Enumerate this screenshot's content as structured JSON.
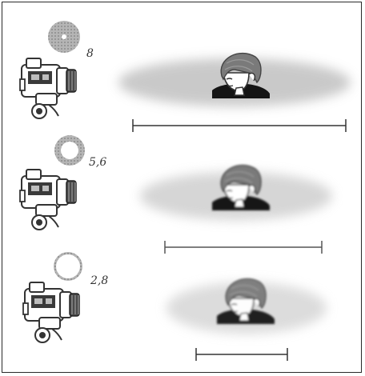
{
  "panels": [
    {
      "id": "panel-1",
      "f_number": "8"
    },
    {
      "id": "panel-2",
      "f_number": "5,6"
    },
    {
      "id": "panel-3",
      "f_number": "2,8"
    }
  ],
  "colors": {
    "frame": "#2a2a2a",
    "ink": "#333333",
    "hair": "#7a7a7a",
    "shirt": "#151515",
    "skin": "#ffffff",
    "blur": "#8c8c8c",
    "camera_body": "#3a3a3a",
    "camera_light": "#bdbdbd"
  }
}
